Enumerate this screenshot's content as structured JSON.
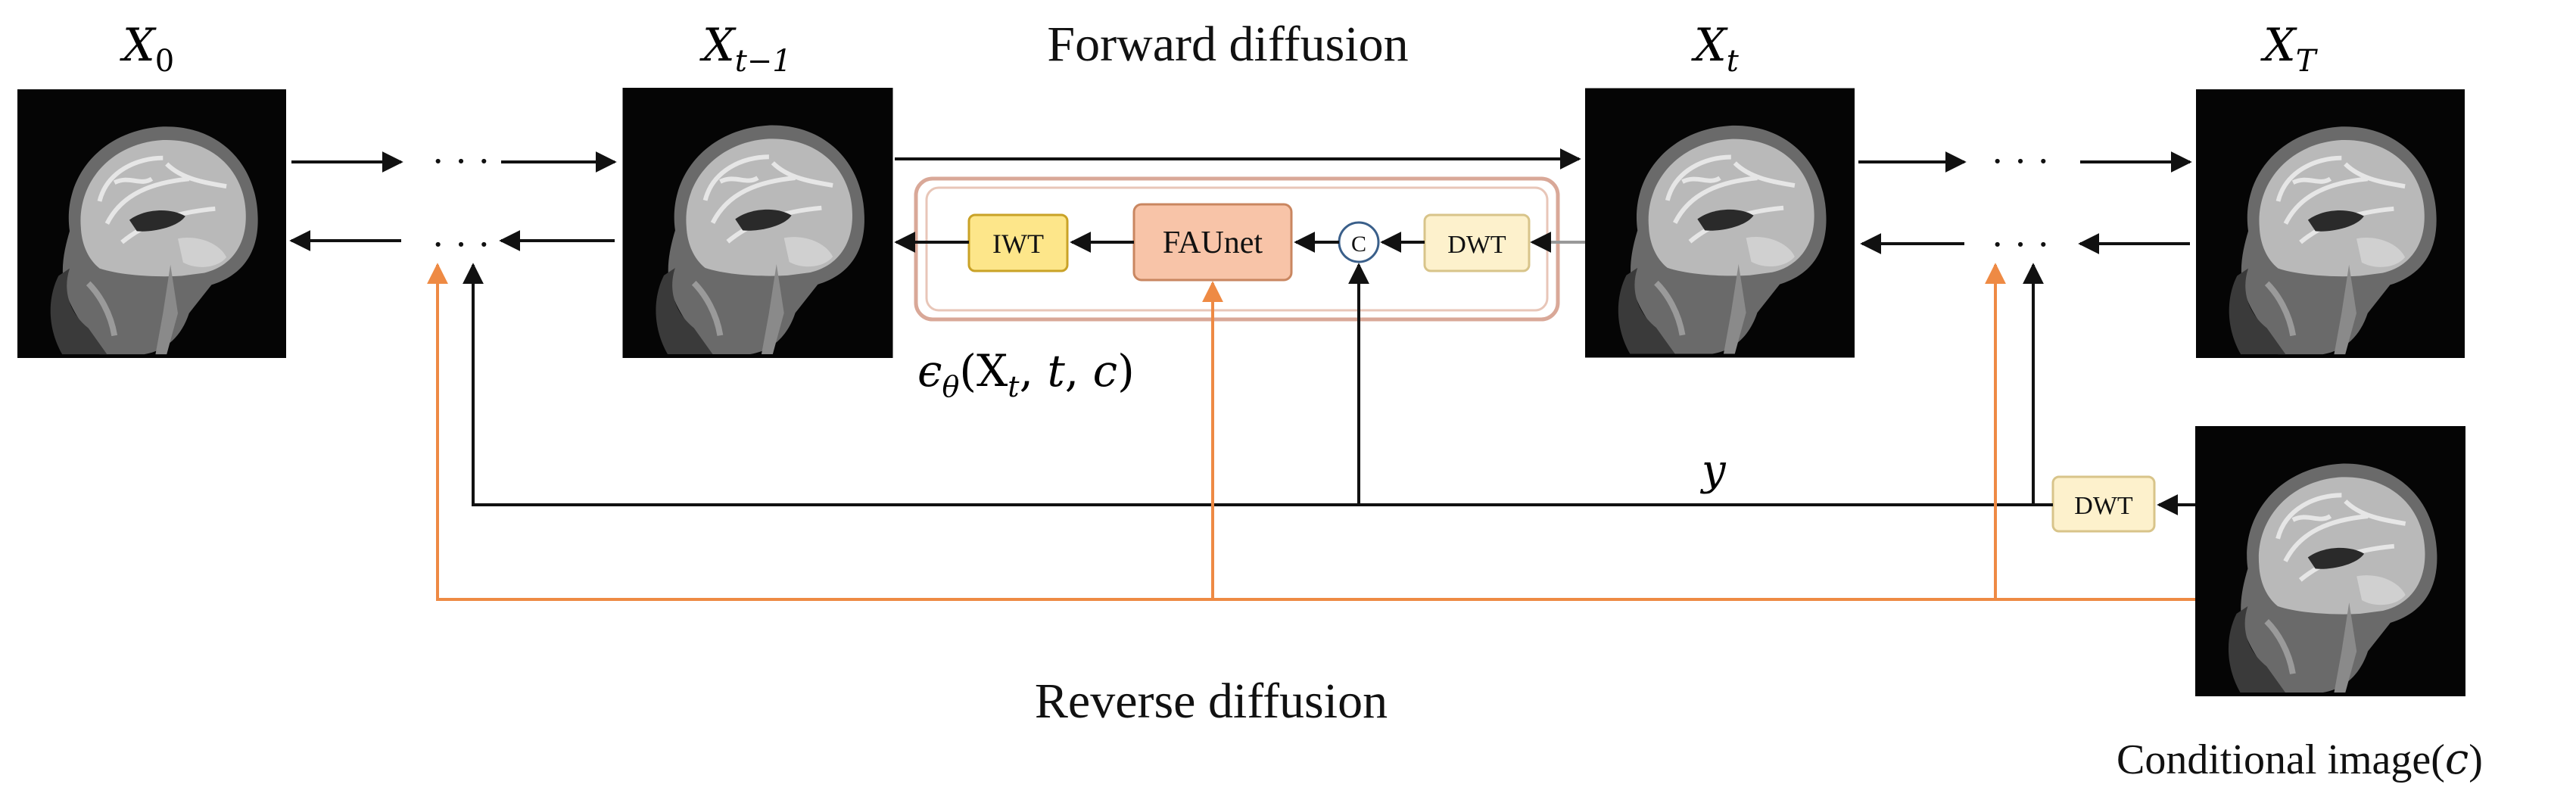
{
  "labels": {
    "x0": "X",
    "x0_sub": "0",
    "xt_minus_1": "X",
    "xt_minus_1_sub": "t−1",
    "xt": "X",
    "xt_sub": "t",
    "xT": "X",
    "xT_sub": "T",
    "forward": "Forward diffusion",
    "reverse": "Reverse diffusion",
    "conditional": "Conditional image(",
    "conditional_c": "c",
    "conditional_close": ")",
    "y": "y",
    "eps": "ϵ",
    "eps_sub": "θ",
    "eps_args_open": "(X",
    "eps_args_sub": "t",
    "eps_args_mid": ", ",
    "eps_args_t": "t",
    "eps_args_comma": ", ",
    "eps_args_c": "c",
    "eps_args_close": ")",
    "ellipsis": "· · ·"
  },
  "blocks": {
    "iwt": "IWT",
    "faunet": "FAUnet",
    "concat": "C",
    "dwt_inner": "DWT",
    "dwt_outer": "DWT"
  },
  "colors": {
    "arrow": "#111111",
    "orange": "#ee8a44",
    "iwt_fill": "#fde68a",
    "iwt_stroke": "#c9a227",
    "faunet_fill": "#f8c4a8",
    "faunet_stroke": "#c98660",
    "dwt_fill": "#fdf1cc",
    "dwt_stroke": "#d8c48a",
    "frame_outer": "#d9a898",
    "concat_stroke": "#3a5f8a"
  }
}
